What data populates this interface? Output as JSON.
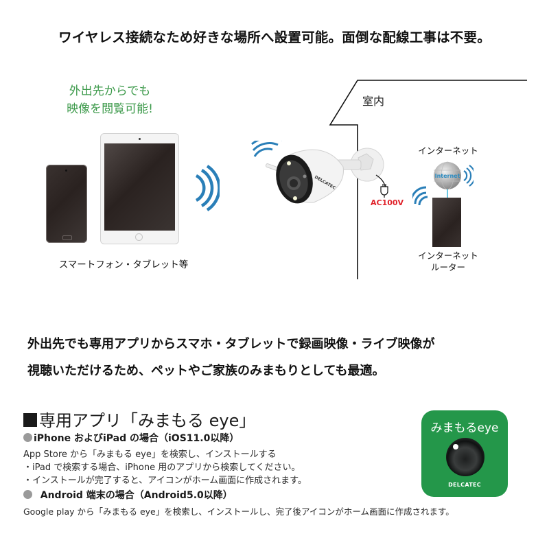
{
  "headline": "ワイヤレス接続なため好きな場所へ設置可能。面倒な配線工事は不要。",
  "diagram": {
    "green_title_line1": "外出先からでも",
    "green_title_line2": "映像を閲覧可能!",
    "devices_label": "スマートフォン・タブレット等",
    "indoor_label": "室内",
    "camera_brand": "DELCATEC",
    "power_label": "AC100V",
    "internet_label": "インターネット",
    "globe_text": "Internet",
    "router_label_line1": "インターネット",
    "router_label_line2": "ルーター",
    "colors": {
      "green_text": "#3d9a4b",
      "wifi_blue": "#2a7fb8",
      "power_red": "#e0222a"
    }
  },
  "description": {
    "line1": "外出先でも専用アプリからスマホ・タブレットで録画映像・ライブ映像が",
    "line2": "視聴いただけるため、ペットやご家族のみまもりとしても最適。"
  },
  "app_section": {
    "title": "専用アプリ「みまもる eye」",
    "ios": {
      "heading": "iPhone およびiPad の場合（iOS11.0以降）",
      "lines": [
        "App Store から「みまもる eye」を検索し、インストールする",
        "・iPad で検索する場合、iPhone 用のアプリから検索してください。",
        "・インストールが完了すると、アイコンがホーム画面に作成されます。"
      ]
    },
    "android": {
      "heading": "Android 端末の場合（Android5.0以降）",
      "lines": [
        "Google play から「みまもる eye」を検索し、インストールし、完了後アイコンがホーム画面に作成されます。"
      ]
    },
    "app_icon": {
      "name": "みまもるeye",
      "brand": "DELCATEC",
      "color": "#24974a"
    }
  }
}
